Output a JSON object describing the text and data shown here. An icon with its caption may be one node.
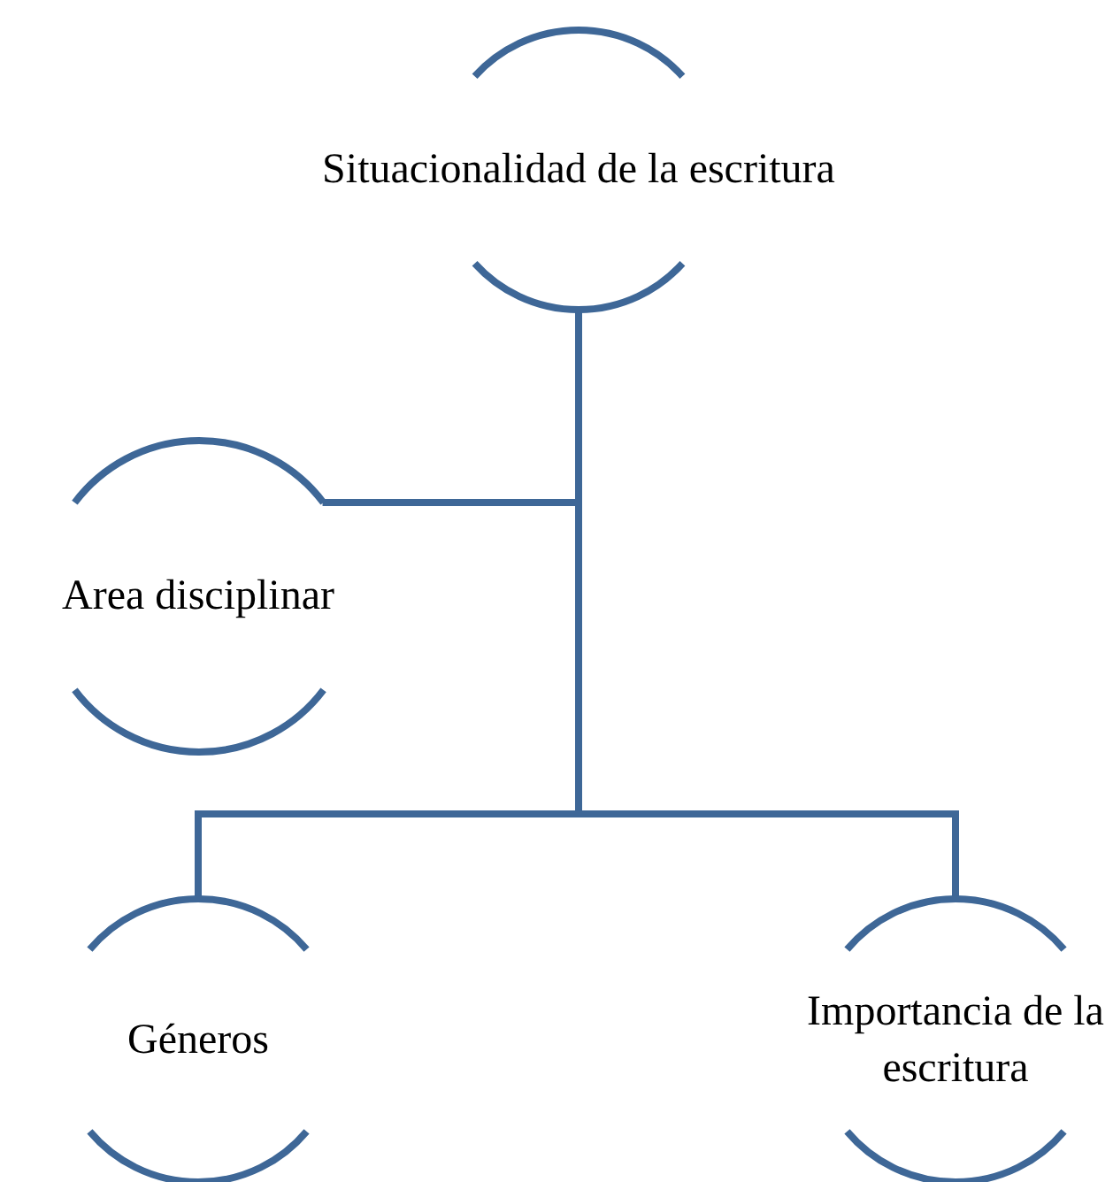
{
  "diagram": {
    "nodes": [
      {
        "text": [
          "Situacionalidad de la escritura"
        ]
      },
      {
        "text": [
          "Area disciplinar"
        ]
      },
      {
        "text": [
          "Géneros"
        ]
      },
      {
        "text": [
          "Importancia de la escritura"
        ]
      }
    ],
    "edges": [
      {
        "from": 0,
        "to": 1,
        "arrow": "none"
      },
      {
        "from": 0,
        "to": 2,
        "arrow": "none"
      },
      {
        "from": 0,
        "to": 3,
        "arrow": "none"
      }
    ]
  }
}
